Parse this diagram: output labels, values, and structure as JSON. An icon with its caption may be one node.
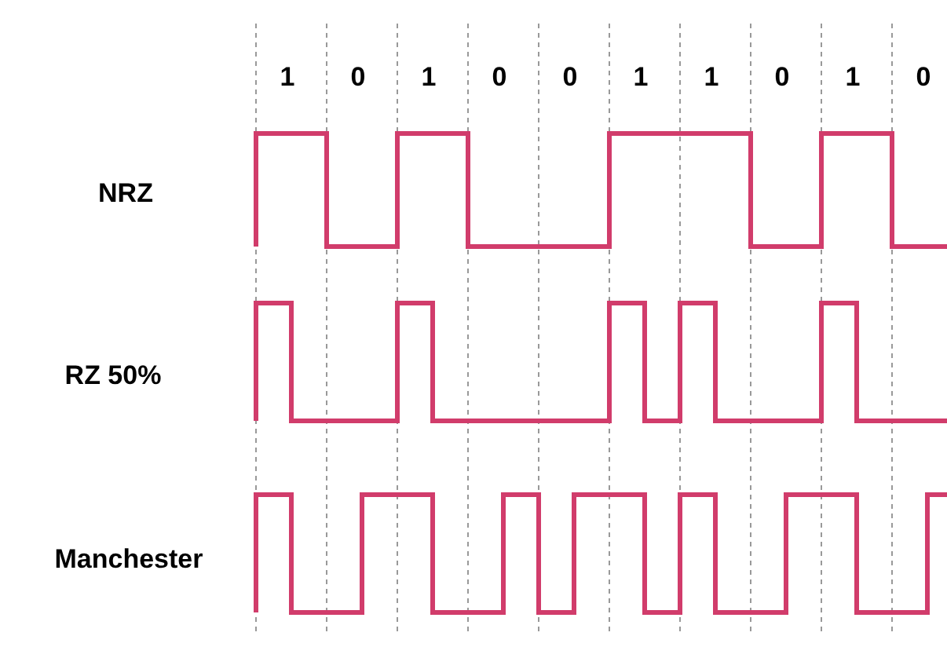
{
  "diagram": {
    "labels": [
      "1",
      "0",
      "1",
      "0",
      "0",
      "1",
      "1",
      "0",
      "1",
      "0",
      "NRZ",
      "RZ 50%",
      "Manchester"
    ]
  }
}
